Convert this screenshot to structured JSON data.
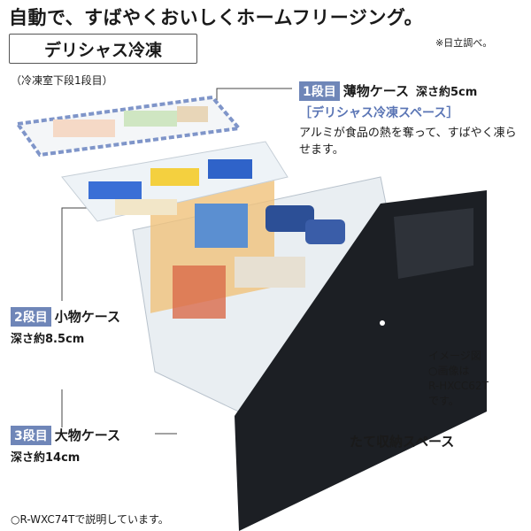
{
  "headline": "自動で、すばやくおいしくホームフリージング。",
  "note_top": "※日立調べ。",
  "badge": "デリシャス冷凍",
  "sub": "（冷凍室下段1段目）",
  "tiers": [
    {
      "tag": "1段目",
      "name": "薄物ケース",
      "depth": "深さ約5cm",
      "subtitle": "［デリシャス冷凍スペース］",
      "desc": "アルミが食品の熱を奪って、すばやく凍らせます。"
    },
    {
      "tag": "2段目",
      "name": "小物ケース",
      "depth": "深さ約8.5cm"
    },
    {
      "tag": "3段目",
      "name": "大物ケース",
      "depth": "深さ約14cm"
    }
  ],
  "image_note": "イメージ図\n○画像は\nR-HXCC62T\nです。",
  "vertical_storage": "たて収納スペース",
  "footer": "○R-WXC74Tで説明しています。",
  "colors": {
    "accent_blue": "#6f86b8",
    "door_black": "#1c1f24",
    "text": "#1a1a1a"
  }
}
